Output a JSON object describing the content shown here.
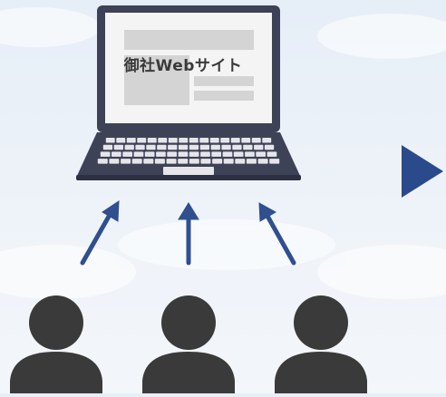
{
  "laptop": {
    "screen_label": "御社Webサイト",
    "icon": "laptop-icon"
  },
  "arrows": {
    "color": "#2f4f8f",
    "icon": "arrow-up-icon",
    "count": 3
  },
  "users": {
    "color": "#3a3a3a",
    "icon": "person-icon",
    "count": 3
  },
  "next_indicator": {
    "color": "#2b4a8c",
    "icon": "triangle-right-icon"
  },
  "colors": {
    "background": "#eaf0f7",
    "laptop_body": "#3d4256",
    "screen_bg": "#f4f4f4",
    "wireframe_blocks": "#d4d4d4"
  }
}
